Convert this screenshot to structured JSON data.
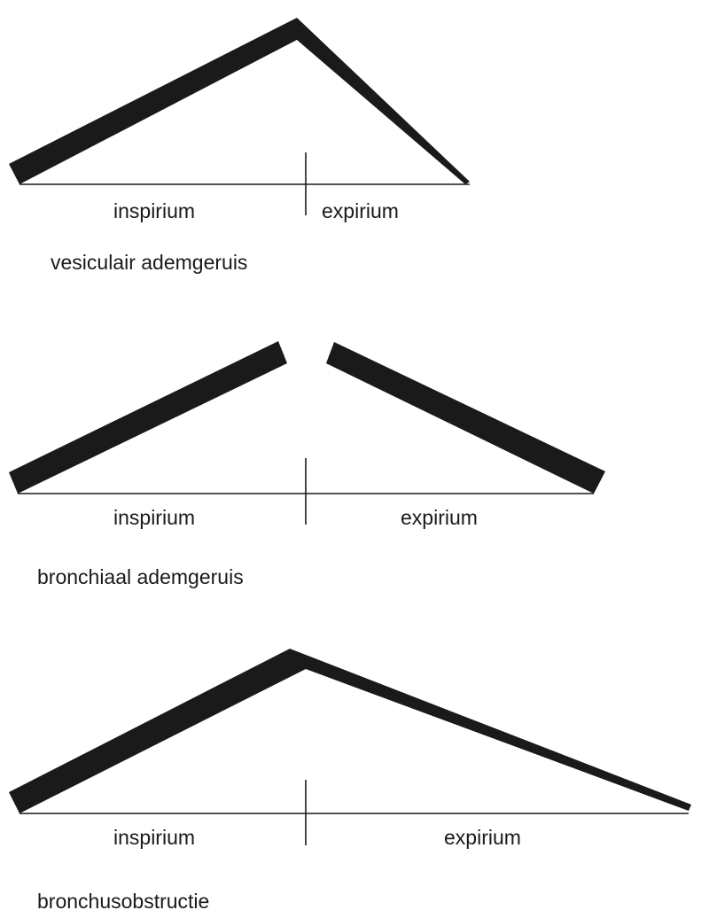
{
  "diagrams": [
    {
      "caption": "vesiculair ademgeruis",
      "inspiration_label": "inspirium",
      "expiration_label": "expirium"
    },
    {
      "caption": "bronchiaal ademgeruis",
      "inspiration_label": "inspirium",
      "expiration_label": "expirium"
    },
    {
      "caption": "bronchusobstructie",
      "inspiration_label": "inspirium",
      "expiration_label": "expirium"
    }
  ]
}
